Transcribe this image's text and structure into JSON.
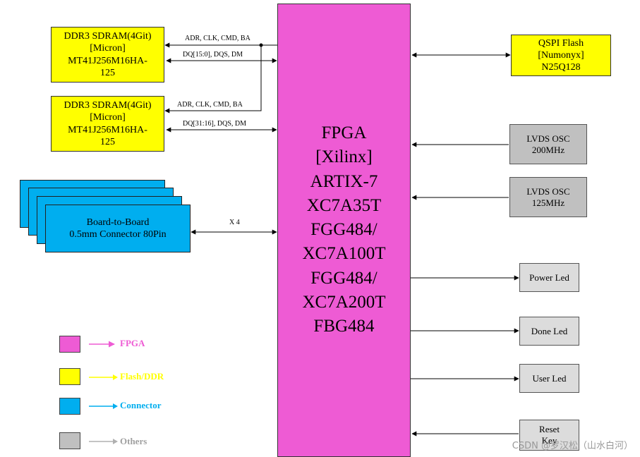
{
  "fpga": {
    "lines": [
      "FPGA",
      "[Xilinx]",
      "ARTIX-7",
      "XC7A35T",
      "FGG484/",
      "XC7A100T",
      "FGG484/",
      "XC7A200T",
      "FBG484"
    ]
  },
  "ddr1": {
    "lines": [
      "DDR3 SDRAM(4Git)",
      "[Micron]",
      "MT41J256M16HA-",
      "125"
    ]
  },
  "ddr2": {
    "lines": [
      "DDR3 SDRAM(4Git)",
      "[Micron]",
      "MT41J256M16HA-",
      "125"
    ]
  },
  "qspi": {
    "lines": [
      "QSPI Flash",
      "[Numonyx]",
      "N25Q128"
    ]
  },
  "osc200": {
    "lines": [
      "LVDS OSC",
      "200MHz"
    ]
  },
  "osc125": {
    "lines": [
      "LVDS OSC",
      "125MHz"
    ]
  },
  "connector": {
    "lines": [
      "Board-to-Board",
      "0.5mm Connector 80Pin"
    ]
  },
  "power_led": "Power Led",
  "done_led": "Done Led",
  "user_led": "User Led",
  "reset_key": {
    "lines": [
      "Reset",
      "Key"
    ]
  },
  "signals": {
    "ddr1_addr": "ADR, CLK, CMD, BA",
    "ddr1_data": "DQ[15:0], DQS, DM",
    "ddr2_addr": "ADR, CLK, CMD, BA",
    "ddr2_data": "DQ[31:16], DQS, DM",
    "connector": "X 4"
  },
  "legend": [
    {
      "label": "FPGA",
      "color": "#ee5bd4",
      "text_color": "#ee5bd4"
    },
    {
      "label": "Flash/DDR",
      "color": "#ffff00",
      "text_color": "#ffff00"
    },
    {
      "label": "Connector",
      "color": "#00aeef",
      "text_color": "#00aeef"
    },
    {
      "label": "Others",
      "color": "#c0c0c0",
      "text_color": "#a0a0a0"
    }
  ],
  "watermark": "CSDN @罗汉松（山水白河）"
}
